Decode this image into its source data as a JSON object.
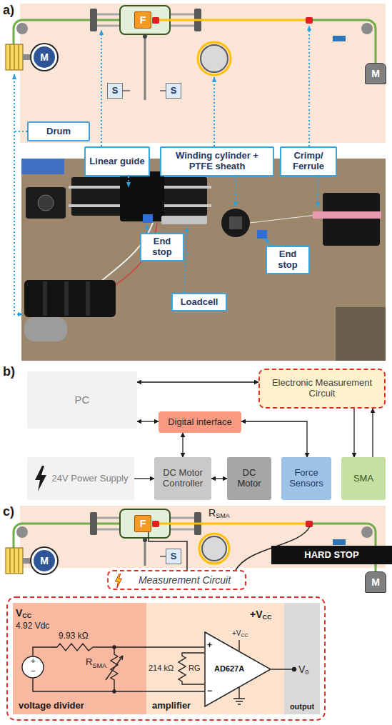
{
  "diagram": {
    "nodes": [
      {
        "text": [
          "F"
        ]
      },
      {
        "text": [
          "M"
        ]
      },
      {
        "text": [
          "M"
        ]
      },
      {
        "text": [
          "S"
        ]
      },
      {
        "text": [
          "S"
        ]
      },
      {
        "text": [
          "Drum"
        ]
      },
      {
        "text": [
          "Linear guide"
        ]
      },
      {
        "text": [
          "Winding cylinder + PTFE sheath"
        ]
      },
      {
        "text": [
          "Crimp/ Ferrule"
        ]
      },
      {
        "text": [
          "End stop"
        ]
      },
      {
        "text": [
          "End stop"
        ]
      },
      {
        "text": [
          "Loadcell"
        ]
      },
      {
        "text": [
          "PC"
        ]
      },
      {
        "text": [
          "Electronic Measurement Circuit"
        ]
      },
      {
        "text": [
          "Digital interface"
        ]
      },
      {
        "text": [
          "24V Power Supply"
        ]
      },
      {
        "text": [
          "DC Motor Controller"
        ]
      },
      {
        "text": [
          "DC Motor"
        ]
      },
      {
        "text": [
          "Force Sensors"
        ]
      },
      {
        "text": [
          "SMA"
        ]
      },
      {
        "text": [
          "F"
        ]
      },
      {
        "text": [
          "M"
        ]
      },
      {
        "text": [
          "S"
        ]
      },
      {
        "text": [
          "HARD STOP"
        ]
      },
      {
        "text": [
          "Measurement Circuit"
        ]
      },
      {
        "text": [
          "M"
        ]
      },
      {
        "text": [
          "voltage divider"
        ]
      },
      {
        "text": [
          "amplifier"
        ]
      },
      {
        "text": [
          "+",
          "AD627A",
          "−"
        ],
        "in": 27
      },
      {
        "text": [
          "output"
        ]
      }
    ],
    "edges": [
      {
        "from": 12,
        "to": 13,
        "arrow": "both"
      },
      {
        "from": 12,
        "to": 14,
        "arrow": "both"
      },
      {
        "from": 14,
        "to": 16,
        "arrow": "both"
      },
      {
        "from": 14,
        "to": 18,
        "arrow": "both"
      },
      {
        "from": 15,
        "to": 16,
        "arrow": "to"
      },
      {
        "from": 16,
        "to": 17,
        "arrow": "both"
      },
      {
        "from": 13,
        "to": 19,
        "arrow": "to"
      },
      {
        "from": 19,
        "to": 13,
        "arrow": "to"
      },
      {
        "from": 20,
        "to": 24,
        "arrow": "none"
      }
    ],
    "labels": [
      "a)",
      "b)",
      "c)",
      "R",
      "SMA",
      "V",
      "CC",
      "4.92 Vdc",
      "9.93 kΩ",
      "+",
      "−",
      "R",
      "SMA",
      "214 kΩ",
      "RG",
      "+V",
      "CC",
      "+V",
      "CC",
      "V",
      "0"
    ]
  }
}
